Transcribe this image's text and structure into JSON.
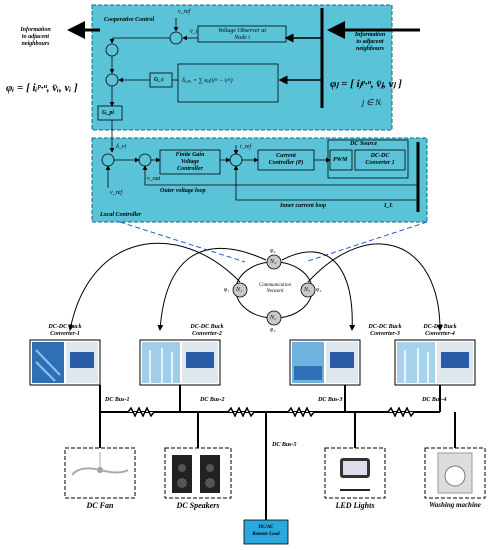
{
  "top_box": {
    "cooperative_control": "Cooperative Control",
    "v_ref": "v_ref",
    "v_bar_i": "v̄_i",
    "voltage_observer": [
      "Voltage Observer at",
      "Node i"
    ],
    "info_left": [
      "Information",
      "to adjacent",
      "neighbours"
    ],
    "info_right": [
      "Information",
      "to adjacent",
      "neighbours"
    ],
    "phi_i": "φᵢ = [ iᵢᵖ·ᵘ, v̄ᵢ, vᵢ ]",
    "phi_j": "φⱼ = [ iⱼᵖ·ᵘ, v̄ⱼ, vⱼ ]",
    "j_in_n": "j ∈ Nᵢ",
    "gc": "G_c",
    "gpi": "G_pi",
    "delta_formula": "δᵢ,ₚᵤ = ∑ aᵢⱼ(iⱼᵖᵘ − iᵢᵖᵘ)"
  },
  "local": {
    "delta_vi": "δ_vi",
    "v_ref": "v_ref",
    "finite_gain": [
      "Finite Gain",
      "Voltage",
      "Controller"
    ],
    "i_ref": "i_ref",
    "current_controller": [
      "Current",
      "Controller (P)"
    ],
    "dc_source": "DC Source",
    "pwm": "PWM",
    "dcdc_conv": [
      "DC-DC",
      "Converter 1"
    ],
    "v_out": "v_out",
    "outer_loop": "Outer voltage loop",
    "inner_loop": "Inner current loop",
    "i_l": "I_L",
    "local_controller": "Local Controller"
  },
  "network": {
    "label": [
      "Communication",
      "Network"
    ],
    "nodes": [
      "N₁",
      "N₂",
      "N₃",
      "N₄"
    ],
    "phis": [
      "φ₁",
      "φ₂",
      "φ₃",
      "φ₄"
    ]
  },
  "converters": [
    {
      "label": [
        "DC-DC Buck",
        "Converter-1"
      ]
    },
    {
      "label": [
        "DC-DC Buck",
        "Converter-2"
      ]
    },
    {
      "label": [
        "DC-DC Buck",
        "Converter-3"
      ]
    },
    {
      "label": [
        "DC-DC Buck",
        "Converter-4"
      ]
    }
  ],
  "buses": [
    "DC Bus-1",
    "DC Bus-2",
    "DC Bus-3",
    "DC Bus-4",
    "DC Bus-5"
  ],
  "loads": [
    "DC Fan",
    "DC Speakers",
    "LED Lights",
    "Washing machine"
  ],
  "remote_load": [
    "DC/AC",
    "Remote Load"
  ],
  "colors": {
    "cyan": "#5bc3d8",
    "box_border": "#0f6a8a",
    "remote": "#29a8dd"
  }
}
